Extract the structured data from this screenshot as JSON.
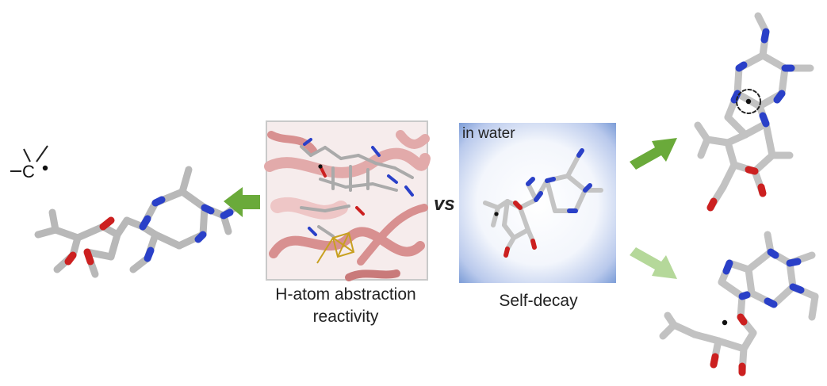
{
  "labels": {
    "enzyme_caption_line1": "H-atom abstraction",
    "enzyme_caption_line2": "reactivity",
    "water_caption": "Self-decay",
    "water_label": "in water",
    "versus": "vs",
    "radical_carbon": "C"
  },
  "colors": {
    "arrow_strong": "#6aaa3a",
    "arrow_faded": "#b5d89a",
    "protein": "#d89090",
    "protein_light": "#eec6c6",
    "water_glow": "#7f9fd8",
    "bond_gray": "#cfcfcf",
    "nitrogen": "#2a40c8",
    "oxygen": "#cc2020",
    "iron_sulfur": "#c8a020"
  },
  "icons": [
    "radical-dot-icon",
    "reaction-arrow-icon"
  ]
}
